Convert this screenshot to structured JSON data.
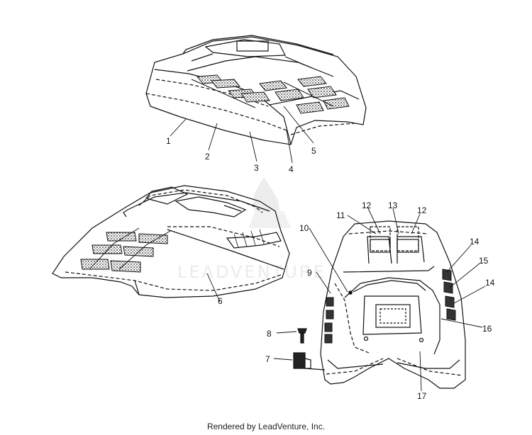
{
  "watermark": {
    "text": "LEADVENTURE"
  },
  "callouts": [
    {
      "id": "c1",
      "label": "1"
    },
    {
      "id": "c2",
      "label": "2"
    },
    {
      "id": "c3",
      "label": "3"
    },
    {
      "id": "c4",
      "label": "4"
    },
    {
      "id": "c5",
      "label": "5"
    },
    {
      "id": "c6",
      "label": "6"
    },
    {
      "id": "c7",
      "label": "7"
    },
    {
      "id": "c8",
      "label": "8"
    },
    {
      "id": "c9",
      "label": "9"
    },
    {
      "id": "c10",
      "label": "10"
    },
    {
      "id": "c11",
      "label": "11"
    },
    {
      "id": "c12a",
      "label": "12"
    },
    {
      "id": "c13",
      "label": "13"
    },
    {
      "id": "c12b",
      "label": "12"
    },
    {
      "id": "c14a",
      "label": "14"
    },
    {
      "id": "c15",
      "label": "15"
    },
    {
      "id": "c14b",
      "label": "14"
    },
    {
      "id": "c16",
      "label": "16"
    },
    {
      "id": "c17",
      "label": "17"
    }
  ],
  "footer": {
    "text": "Rendered by LeadVenture, Inc."
  }
}
